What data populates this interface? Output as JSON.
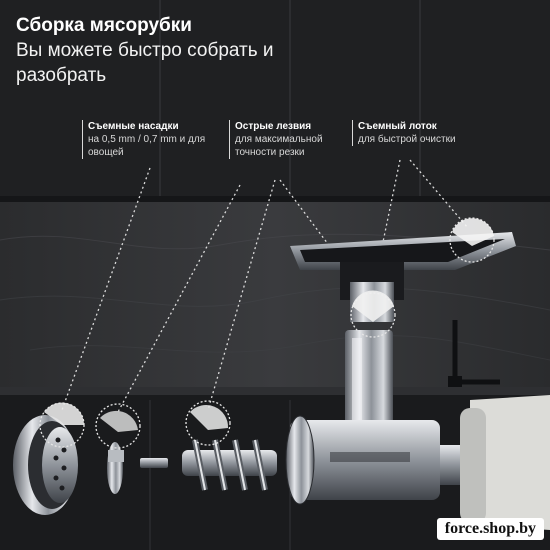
{
  "title": "Сборка мясорубки",
  "subtitle": "Вы можете быстро собрать и разобрать",
  "callouts": [
    {
      "title": "Съемные насадки",
      "desc": "на 0,5 mm / 0,7 mm и для овощей"
    },
    {
      "title": "Острые лезвия",
      "desc": "для максимальной точности резки"
    },
    {
      "title": "Съемный лоток",
      "desc": "для быстрой очистки"
    }
  ],
  "watermark": "force.shop.by",
  "colors": {
    "background": "#1c1d1f",
    "text": "#ffffff",
    "metal": "#c9ccd1"
  }
}
